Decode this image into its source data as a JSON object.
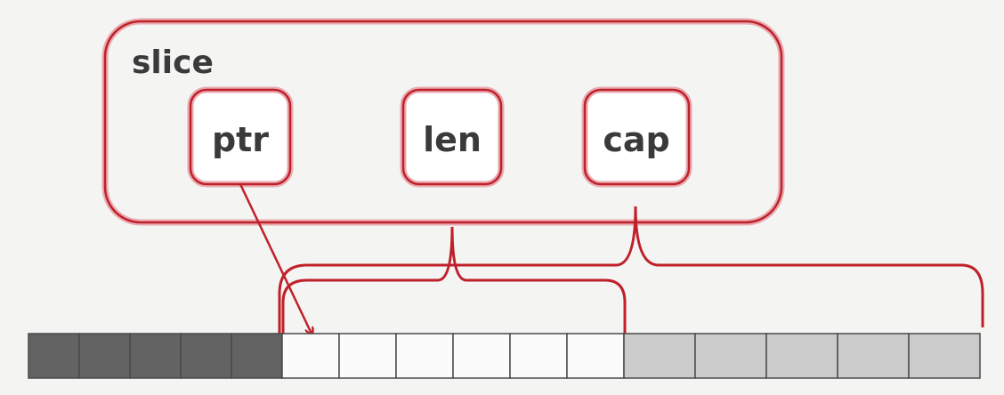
{
  "slice": {
    "title": "slice",
    "fields": [
      {
        "key": "ptr",
        "label": "ptr"
      },
      {
        "key": "len",
        "label": "len"
      },
      {
        "key": "cap",
        "label": "cap"
      }
    ]
  },
  "array": {
    "cells": [
      {
        "state": "outside"
      },
      {
        "state": "outside"
      },
      {
        "state": "outside"
      },
      {
        "state": "outside"
      },
      {
        "state": "outside"
      },
      {
        "state": "in-len"
      },
      {
        "state": "in-len"
      },
      {
        "state": "in-len"
      },
      {
        "state": "in-len"
      },
      {
        "state": "in-len"
      },
      {
        "state": "in-len"
      },
      {
        "state": "in-cap"
      },
      {
        "state": "in-cap"
      },
      {
        "state": "in-cap"
      },
      {
        "state": "in-cap"
      },
      {
        "state": "in-cap"
      }
    ]
  },
  "colors": {
    "accent": "#c0202a",
    "outline_shadow": "#e8aab0",
    "text": "#3a3a3a",
    "outside": "#636363",
    "in-len": "#fbfbfb",
    "in-cap": "#cbcbcb",
    "cell_border": "#4a4a4a",
    "background": "#f4f4f2"
  }
}
